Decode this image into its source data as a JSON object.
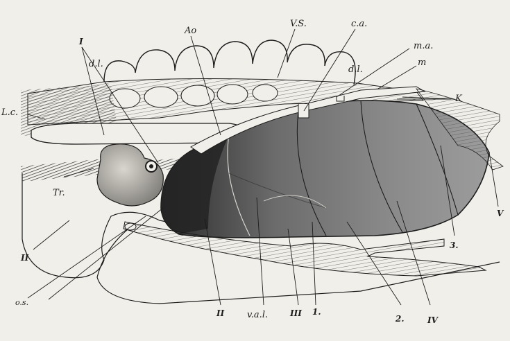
{
  "labels": {
    "Ao": "Ao",
    "VS": "V.S.",
    "ca": "c.a.",
    "ma": "m.a.",
    "m": "m",
    "I_top": "I",
    "dl_left": "d.l.",
    "dl_right": "d.l.",
    "K": "K",
    "Lc": "L.c.",
    "Tr": "Tr.",
    "II_left": "II",
    "V": "V",
    "three": "3.",
    "os": "o.s.",
    "II_bottom": "II",
    "val": "v.a.l.",
    "III": "III",
    "one": "1.",
    "two": "2.",
    "IV": "IV"
  },
  "colors": {
    "ink": "#1c1c1c",
    "paper": "#f1efe9",
    "shade_dark": "#3a3a3a",
    "shade_mid": "#7a7a7a",
    "shade_light": "#b9b7b1"
  }
}
